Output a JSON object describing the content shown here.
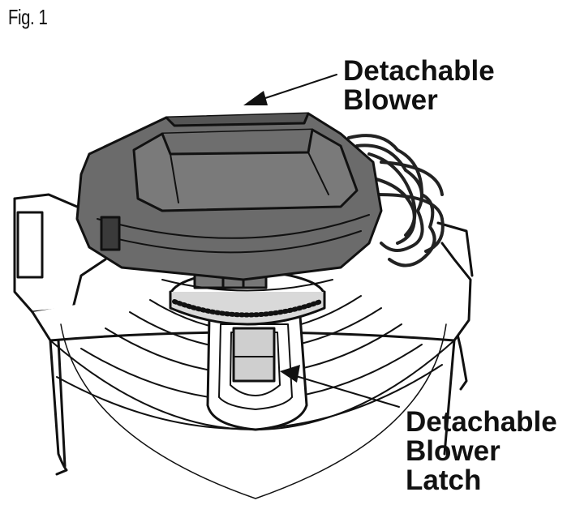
{
  "figure": {
    "label": "Fig. 1"
  },
  "callouts": {
    "blower": {
      "line1": "Detachable",
      "line2": "Blower"
    },
    "latch": {
      "line1": "Detachable",
      "line2": "Blower",
      "line3": "Latch"
    }
  },
  "colors": {
    "blower_body": "#6b6b6b",
    "blower_dark": "#3a3a3a",
    "latch_fill": "#cfcfcf",
    "outline": "#111111",
    "background": "#ffffff"
  }
}
